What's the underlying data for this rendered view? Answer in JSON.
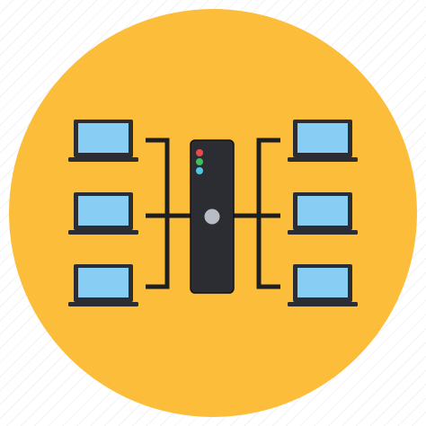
{
  "icon": {
    "subject": "server-network-icon",
    "colors": {
      "background_circle": "#FCBE3A",
      "line": "#1F1F22",
      "laptop_body": "#2B2D33",
      "laptop_screen": "#87CDF4",
      "server_body": "#2B2D33",
      "server_knob": "#B7BCC7",
      "led_red": "#EC4A4A",
      "led_green": "#3FBE5D",
      "led_cyan": "#4EC8E3"
    },
    "devices": {
      "left_laptops": 3,
      "right_laptops": 3,
      "servers": 1,
      "server_status_leds": 3
    }
  }
}
